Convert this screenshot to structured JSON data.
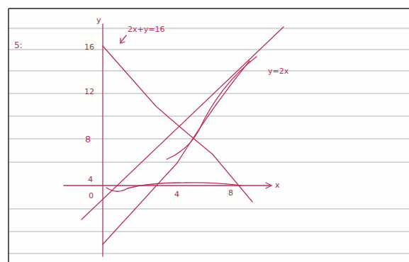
{
  "diagram": {
    "labels": [
      "5:",
      "y",
      "16",
      "12",
      "8",
      "4",
      "0",
      "2x+y=16",
      "y=2x",
      "4",
      "8",
      "x"
    ]
  }
}
